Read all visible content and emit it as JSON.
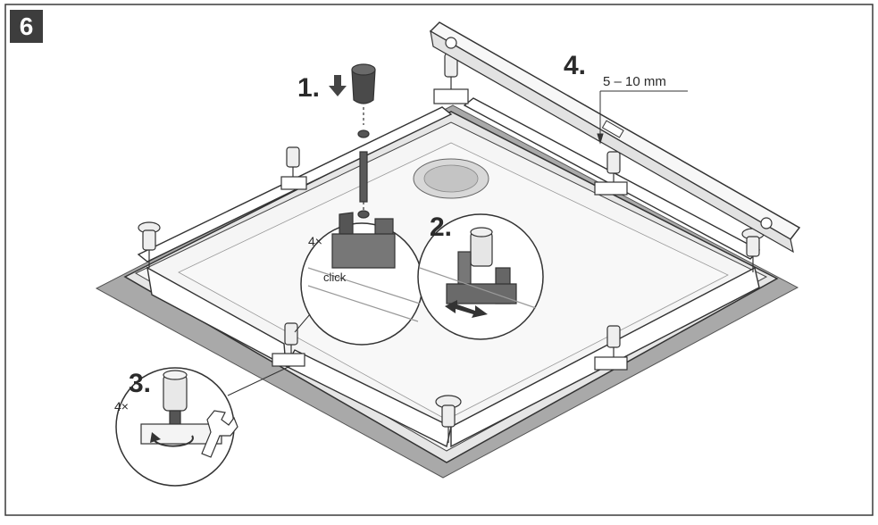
{
  "figure": {
    "number": "6",
    "steps": [
      {
        "label": "1.",
        "quantity": "4×",
        "note": "click"
      },
      {
        "label": "2."
      },
      {
        "label": "3.",
        "quantity": "4×"
      },
      {
        "label": "4.",
        "measurement": "5 – 10 mm"
      }
    ]
  },
  "colors": {
    "frame": "#3a3a3a",
    "floor": "#a9a9a9",
    "tray": "#f2f2f2",
    "line": "#333333",
    "badge": "#3d3d3d"
  },
  "icons": [
    "arrow-down-icon",
    "double-arrow-icon",
    "rotate-arrow-icon",
    "wrench-icon",
    "level-icon"
  ]
}
